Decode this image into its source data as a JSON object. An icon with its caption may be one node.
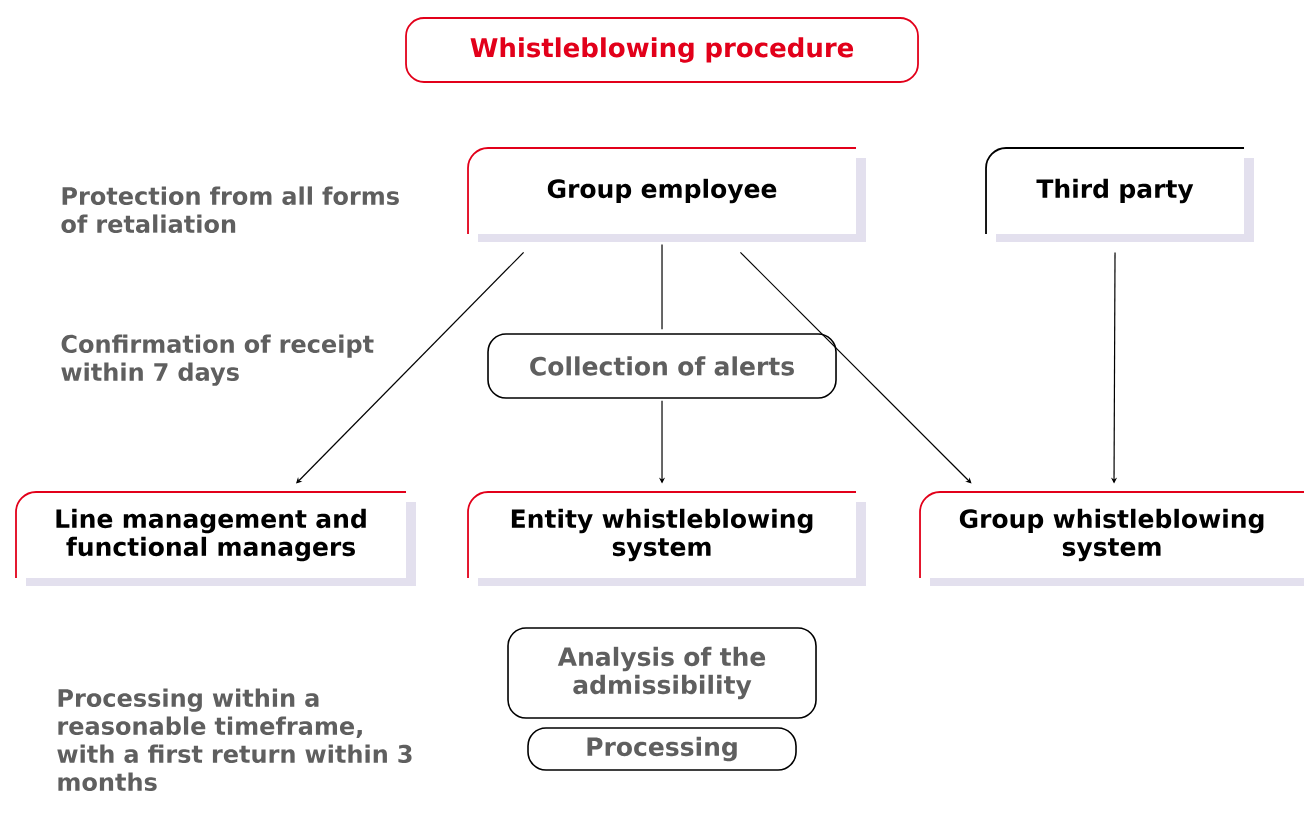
{
  "diagram": {
    "nodes": [
      {
        "text": [
          "Whistleblowing procedure"
        ]
      },
      {
        "text": [
          "Group employee"
        ]
      },
      {
        "text": [
          "Third party"
        ]
      },
      {
        "text": [
          "Collection of alerts"
        ]
      },
      {
        "text": [
          "Line management and functional managers"
        ]
      },
      {
        "text": [
          "Entity whistleblowing system"
        ]
      },
      {
        "text": [
          "Group whistleblowing system"
        ]
      },
      {
        "text": [
          "Analysis of the admissibility"
        ]
      },
      {
        "text": [
          "Processing"
        ]
      }
    ],
    "edges": [
      {
        "from": 1,
        "to": 4,
        "arrow": "to"
      },
      {
        "from": 1,
        "to": 3,
        "arrow": "none"
      },
      {
        "from": 3,
        "to": 5,
        "arrow": "to"
      },
      {
        "from": 1,
        "to": 6,
        "arrow": "to"
      },
      {
        "from": 2,
        "to": 6,
        "arrow": "to"
      }
    ],
    "labels": [
      "Protection from all forms of retaliation",
      "Confirmation of receipt within 7 days",
      "Processing within a reasonable timeframe, with a first return within 3 months"
    ]
  }
}
